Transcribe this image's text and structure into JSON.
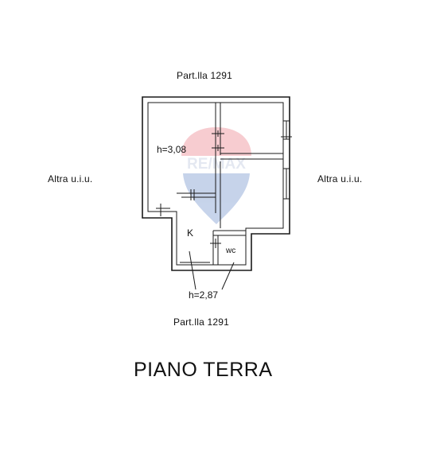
{
  "labels": {
    "top": "Part.lla 1291",
    "bottom": "Part.lla 1291",
    "left": "Altra u.i.u.",
    "right": "Altra u.i.u."
  },
  "plan": {
    "height_main": "h=3,08",
    "height_annex": "h=2,87",
    "kitchen": "K",
    "wc": "wc"
  },
  "watermark": {
    "text": "RE/MAX",
    "colors": {
      "red": "#dc1c2e",
      "blue": "#003da5"
    }
  },
  "title": "PIANO TERRA"
}
